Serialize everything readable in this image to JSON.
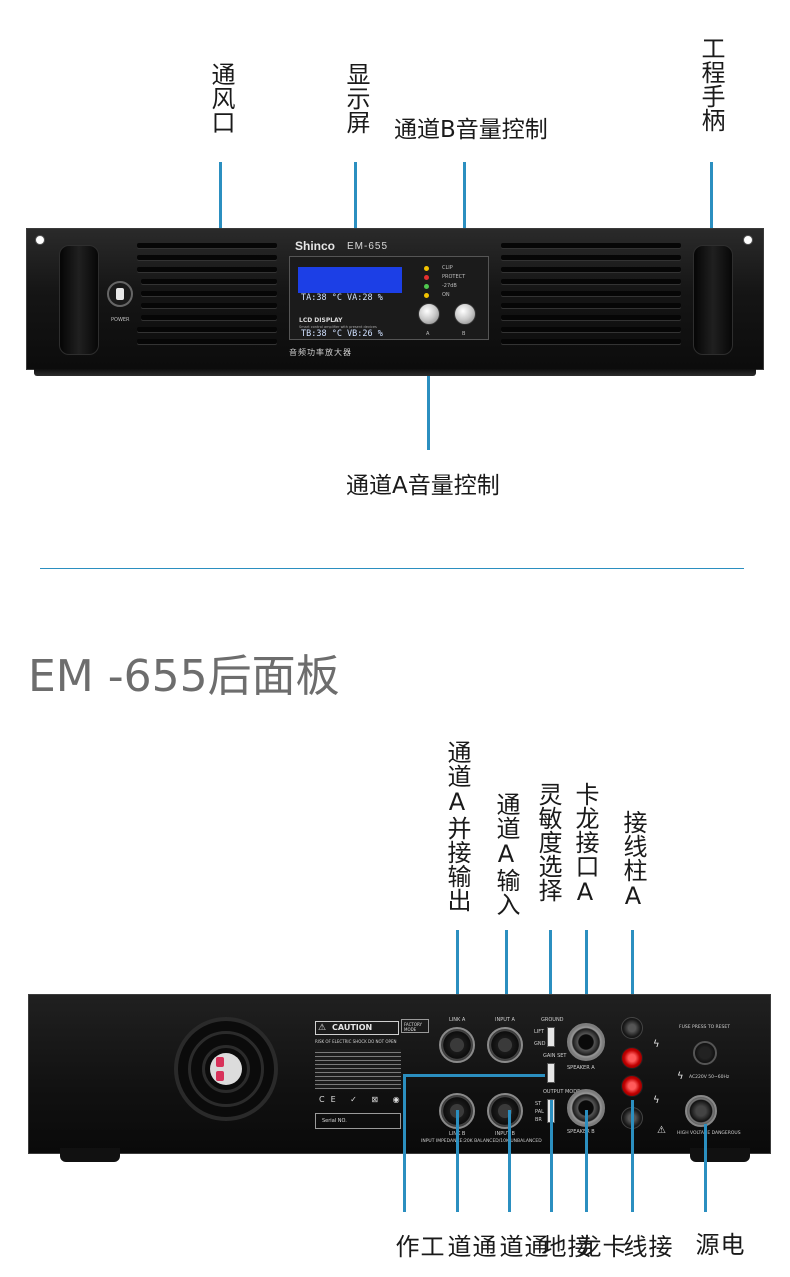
{
  "front_labels": {
    "vent": "通风口",
    "display": "显示屏",
    "channel_b_volume": "通道B音量控制",
    "handle": "工程手柄",
    "channel_a_volume": "通道A音量控制"
  },
  "front_panel": {
    "brand": "Shinco",
    "model": "EM-655",
    "lcd_line1": "TA:38 °C VA:28 %",
    "lcd_line2": "TB:38 °C VB:26 %",
    "lcd_title": "LCD DISPLAY",
    "lcd_subtitle": "Smart control amplifier with present devices",
    "chinese_name": "音频功率放大器",
    "power_label": "POWER",
    "led_labels": [
      "CLIP",
      "PROTECT",
      "-27dB",
      "ON"
    ],
    "knob_a_label": "A",
    "knob_b_label": "B",
    "colors": {
      "lcd": "#1c3fe6",
      "callout": "#2b8fc0"
    }
  },
  "section_title": "EM -655后面板",
  "rear_top_labels": {
    "a_parallel_out": "通道A并接输出",
    "a_input": "通道A输入",
    "sensitivity": "灵敏度选择",
    "speakon_a": "卡龙接口A",
    "terminal_a": "接线柱A"
  },
  "rear_bottom_labels": [
    "工作",
    "通道",
    "通道",
    "接地",
    "卡龙",
    "接线",
    "电源"
  ],
  "rear_panel": {
    "caution": "CAUTION",
    "caution_sub": "RISK OF ELECTRIC SHOCK DO NOT OPEN",
    "factory_mode": "FACTORY MODE",
    "link_a": "LINK A",
    "input_a": "INPUT A",
    "link_b": "LINK B",
    "input_b": "INPUT B",
    "ground": "GROUND",
    "lift": "LIFT",
    "gnd": "GND",
    "gain_set": "GAIN SET",
    "output_mode": "OUTPUT MODE",
    "st": "ST",
    "pal": "PAL",
    "br": "BR",
    "speaker_a": "SPEAKER A",
    "speaker_b": "SPEAKER B",
    "fuse": "FUSE PRESS TO RESET",
    "power_spec": "AC220V 50~60Hz",
    "high_voltage": "HIGH VOLTAGE DANGEROUS",
    "serial": "Serial NO.",
    "impedance": "INPUT IMPEDANCE:20K BALANCED/10K UNBALANCED"
  }
}
